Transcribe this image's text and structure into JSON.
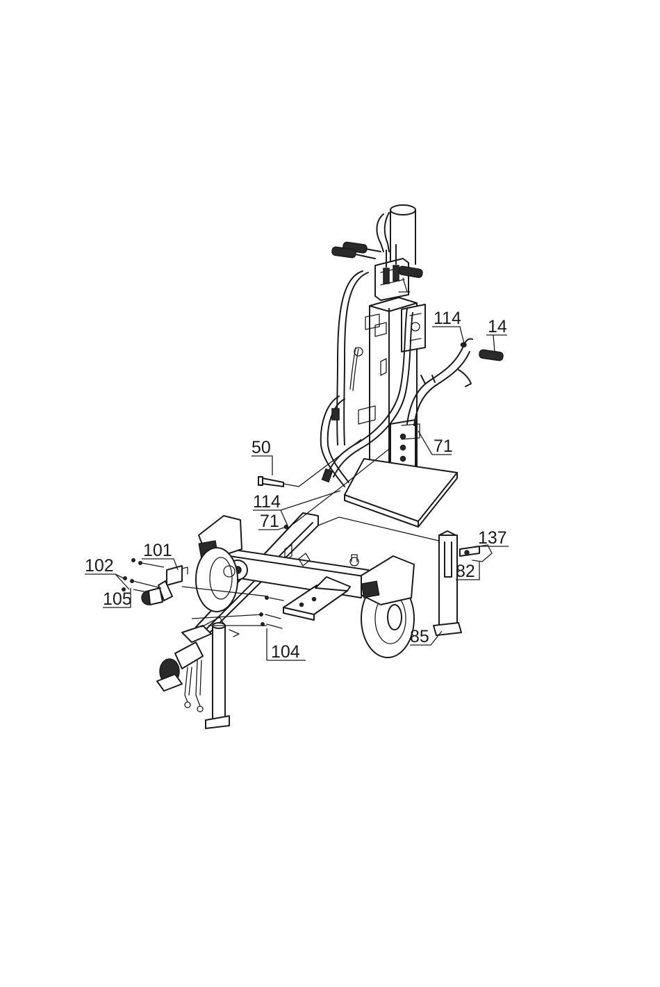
{
  "callouts": {
    "c114_top": "114",
    "c14": "14",
    "c50": "50",
    "c71_right": "71",
    "c114_mid": "114",
    "c71_mid": "71",
    "c101": "101",
    "c102": "102",
    "c105": "105",
    "c137": "137",
    "c82": "82",
    "c85": "85",
    "c104": "104"
  }
}
